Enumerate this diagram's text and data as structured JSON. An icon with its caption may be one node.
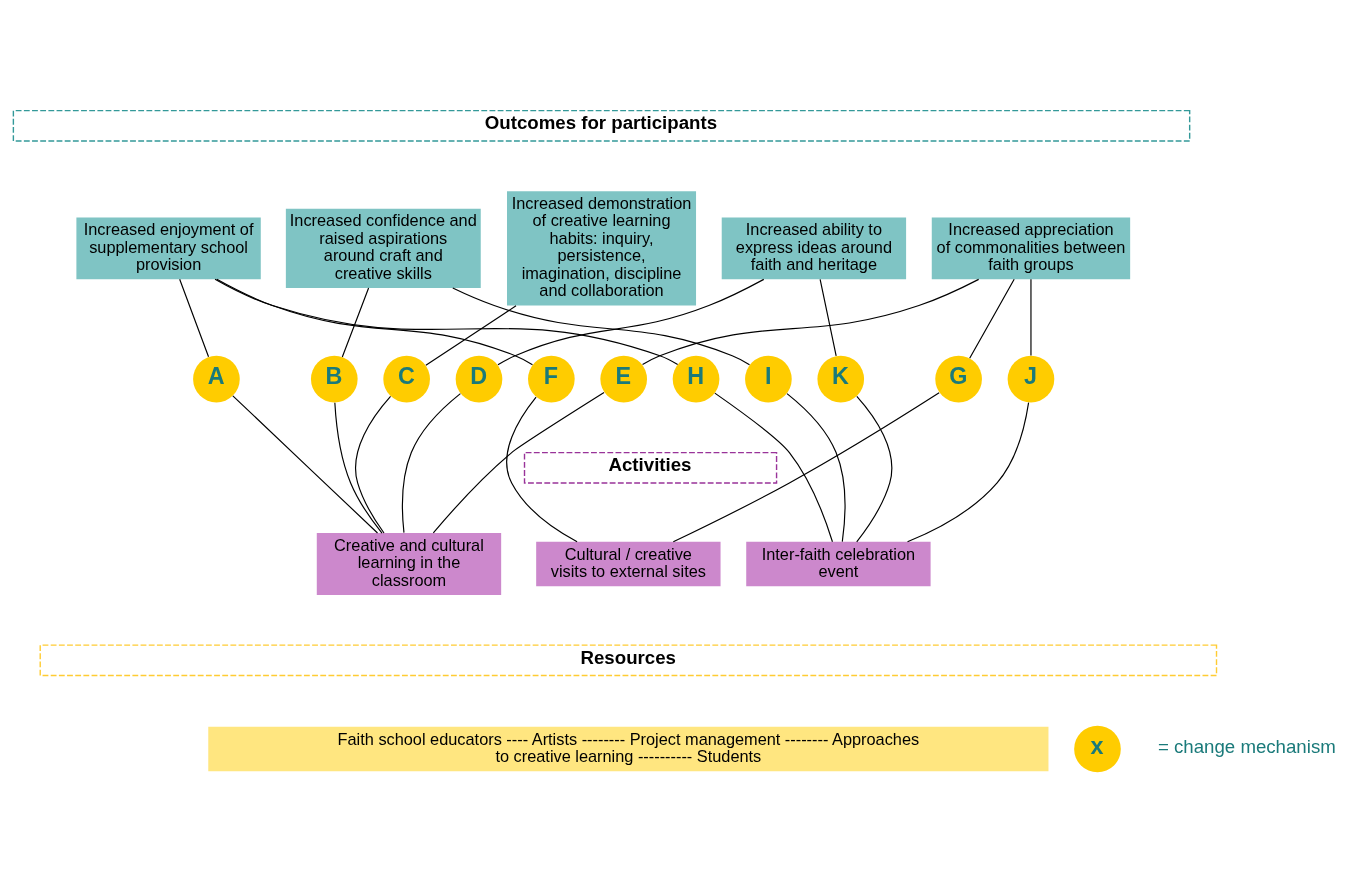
{
  "diagram": {
    "nodes": [
      {
        "text": [
          "Outcomes for participants"
        ]
      },
      {
        "text": [
          "Increased enjoyment of supplementary school provision"
        ]
      },
      {
        "text": [
          "Increased confidence and raised aspirations around craft and creative skills"
        ]
      },
      {
        "text": [
          "Increased demonstration of creative learning habits: inquiry, persistence, imagination, discipline and collaboration"
        ]
      },
      {
        "text": [
          "Increased ability to express ideas around faith and heritage"
        ]
      },
      {
        "text": [
          "Increased appreciation of commonalities between faith groups"
        ]
      },
      {
        "text": [
          "A"
        ]
      },
      {
        "text": [
          "B"
        ]
      },
      {
        "text": [
          "C"
        ]
      },
      {
        "text": [
          "D"
        ]
      },
      {
        "text": [
          "E"
        ]
      },
      {
        "text": [
          "F"
        ]
      },
      {
        "text": [
          "G"
        ]
      },
      {
        "text": [
          "H"
        ]
      },
      {
        "text": [
          "I"
        ]
      },
      {
        "text": [
          "J"
        ]
      },
      {
        "text": [
          "K"
        ]
      },
      {
        "text": [
          "Activities"
        ]
      },
      {
        "text": [
          "Creative and cultural learning in the classroom"
        ]
      },
      {
        "text": [
          "Cultural / creative visits to external sites"
        ]
      },
      {
        "text": [
          "Inter-faith celebration event"
        ]
      },
      {
        "text": [
          "Resources"
        ]
      },
      {
        "text": [
          "Faith school educators ---- Artists -------- Project management -------- Approaches to creative learning ---------- Students"
        ]
      },
      {
        "text": [
          "x"
        ],
        "beside": [
          "= change mechanism"
        ]
      }
    ],
    "edges": [
      {
        "from": 1,
        "to": 6,
        "arrow": "none"
      },
      {
        "from": 6,
        "to": 18,
        "arrow": "none"
      },
      {
        "from": 2,
        "to": 7,
        "arrow": "none"
      },
      {
        "from": 7,
        "to": 18,
        "arrow": "none"
      },
      {
        "from": 3,
        "to": 8,
        "arrow": "none"
      },
      {
        "from": 8,
        "to": 18,
        "arrow": "none"
      },
      {
        "from": 4,
        "to": 9,
        "arrow": "none"
      },
      {
        "from": 9,
        "to": 18,
        "arrow": "none"
      },
      {
        "from": 5,
        "to": 10,
        "arrow": "none"
      },
      {
        "from": 10,
        "to": 18,
        "arrow": "none"
      },
      {
        "from": 1,
        "to": 11,
        "arrow": "none"
      },
      {
        "from": 11,
        "to": 19,
        "arrow": "none"
      },
      {
        "from": 5,
        "to": 12,
        "arrow": "none"
      },
      {
        "from": 12,
        "to": 19,
        "arrow": "none"
      },
      {
        "from": 1,
        "to": 13,
        "arrow": "none"
      },
      {
        "from": 13,
        "to": 20,
        "arrow": "none"
      },
      {
        "from": 2,
        "to": 14,
        "arrow": "none"
      },
      {
        "from": 14,
        "to": 20,
        "arrow": "none"
      },
      {
        "from": 5,
        "to": 15,
        "arrow": "none"
      },
      {
        "from": 15,
        "to": 20,
        "arrow": "none"
      },
      {
        "from": 4,
        "to": 16,
        "arrow": "none"
      },
      {
        "from": 16,
        "to": 20,
        "arrow": "none"
      }
    ]
  }
}
